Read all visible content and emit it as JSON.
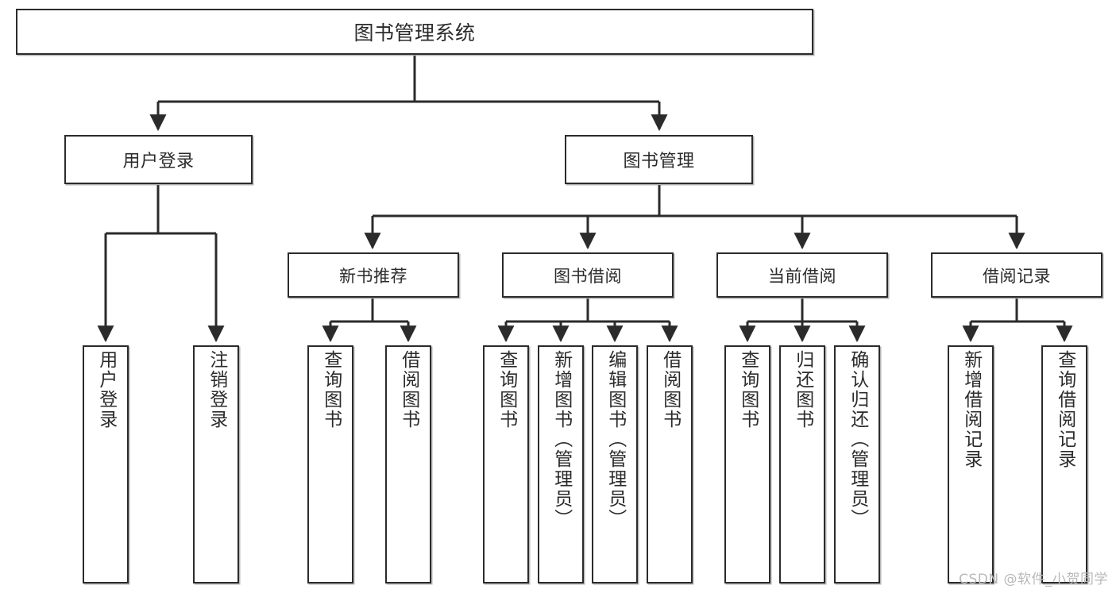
{
  "diagram": {
    "type": "tree-hierarchy-chart",
    "title": "图书管理系统",
    "orientation": "top-down",
    "colors": {
      "box_border": "#2b2b2b",
      "box_fill": "#ffffff",
      "text": "#2b2b2b",
      "edge": "#2b2b2b",
      "watermark": "#b9b9b9",
      "background": "#ffffff"
    },
    "root": {
      "label": "图书管理系统"
    },
    "level2": [
      {
        "label": "用户登录"
      },
      {
        "label": "图书管理"
      }
    ],
    "level3": [
      {
        "label": "新书推荐"
      },
      {
        "label": "图书借阅"
      },
      {
        "label": "当前借阅"
      },
      {
        "label": "借阅记录"
      }
    ],
    "leaves": {
      "user_login": [
        {
          "label": "用户登录"
        },
        {
          "label": "注销登录"
        }
      ],
      "new_book_recommend": [
        {
          "label": "查询图书"
        },
        {
          "label": "借阅图书"
        }
      ],
      "book_borrow": [
        {
          "label": "查询图书"
        },
        {
          "label": "新增图书（管理员）"
        },
        {
          "label": "编辑图书（管理员）"
        },
        {
          "label": "借阅图书"
        }
      ],
      "current_borrow": [
        {
          "label": "查询图书"
        },
        {
          "label": "归还图书"
        },
        {
          "label": "确认归还（管理员）"
        }
      ],
      "borrow_record": [
        {
          "label": "新增借阅记录"
        },
        {
          "label": "查询借阅记录"
        }
      ]
    }
  },
  "watermark": {
    "text": "CSDN @软件_小贺同学"
  }
}
